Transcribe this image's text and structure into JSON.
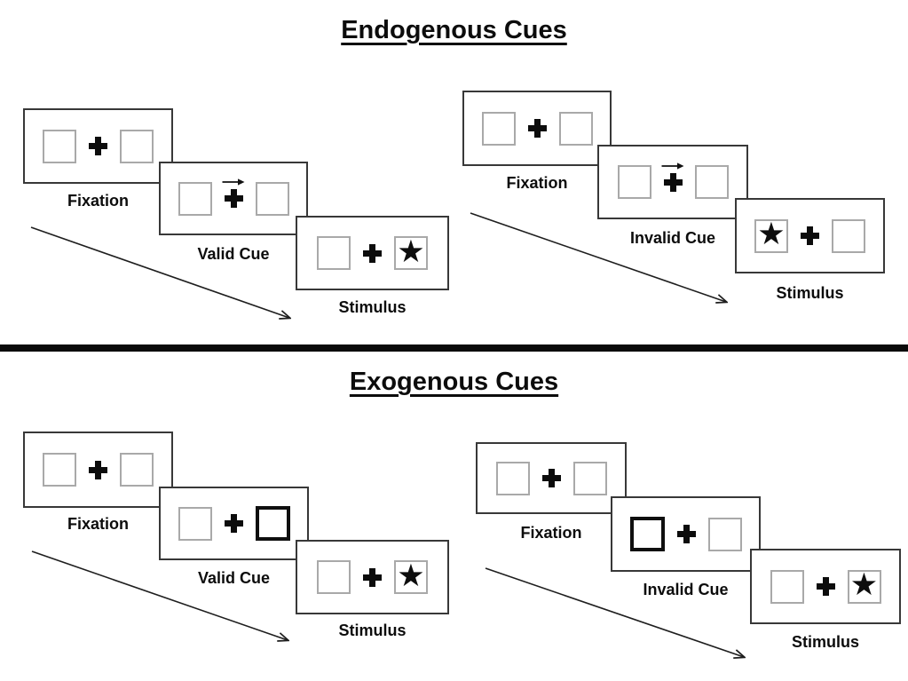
{
  "diagram": {
    "kind": "posner-cueing-paradigm",
    "colors": {
      "background": "#ffffff",
      "ink": "#0c0c0c",
      "frame_border": "#383838",
      "box_border": "#a9a9a9",
      "cue_highlight_border": "#0f0f0f"
    },
    "icons": {
      "star": "★",
      "fixation_cross": "plus-cross",
      "cue_arrow": "right-arrow"
    }
  },
  "sections": [
    {
      "title": "Endogenous Cues",
      "trials": [
        {
          "name": "valid-trial",
          "frames": [
            {
              "label": "Fixation",
              "type": "fixation"
            },
            {
              "label": "Valid Cue",
              "type": "arrow-cue",
              "cue_direction": "right"
            },
            {
              "label": "Stimulus",
              "type": "stimulus",
              "star_side": "right"
            }
          ]
        },
        {
          "name": "invalid-trial",
          "frames": [
            {
              "label": "Fixation",
              "type": "fixation"
            },
            {
              "label": "Invalid Cue",
              "type": "arrow-cue",
              "cue_direction": "right"
            },
            {
              "label": "Stimulus",
              "type": "stimulus",
              "star_side": "left"
            }
          ]
        }
      ]
    },
    {
      "title": "Exogenous Cues",
      "trials": [
        {
          "name": "valid-trial",
          "frames": [
            {
              "label": "Fixation",
              "type": "fixation"
            },
            {
              "label": "Valid Cue",
              "type": "box-highlight-cue",
              "highlight_side": "right"
            },
            {
              "label": "Stimulus",
              "type": "stimulus",
              "star_side": "right"
            }
          ]
        },
        {
          "name": "invalid-trial",
          "frames": [
            {
              "label": "Fixation",
              "type": "fixation"
            },
            {
              "label": "Invalid Cue",
              "type": "box-highlight-cue",
              "highlight_side": "left"
            },
            {
              "label": "Stimulus",
              "type": "stimulus",
              "star_side": "right"
            }
          ]
        }
      ]
    }
  ]
}
